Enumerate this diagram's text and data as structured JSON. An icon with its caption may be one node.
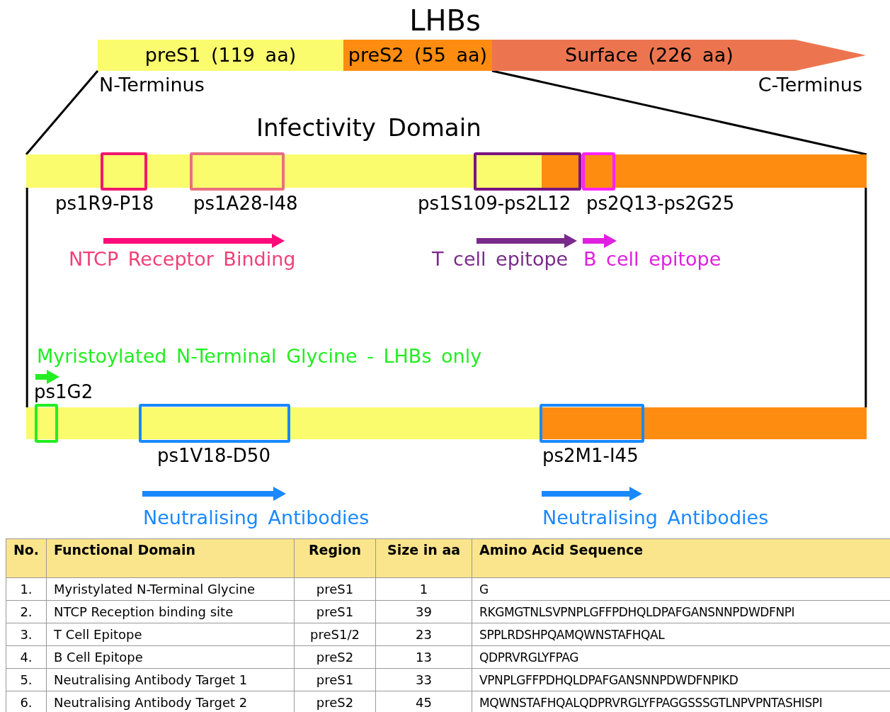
{
  "diagram": {
    "title": "LHBs",
    "nodes": [
      {
        "text": [
          "preS1 (119 aa)"
        ]
      },
      {
        "text": [
          "preS2 (55 aa)"
        ]
      },
      {
        "text": [
          "Surface (226 aa)"
        ]
      },
      {
        "text": [
          "Infectivity Domain"
        ]
      },
      {
        "text": [
          "ps1R9-P18"
        ],
        "in": 3
      },
      {
        "text": [
          "ps1A28-I48"
        ],
        "in": 3
      },
      {
        "text": [
          "ps1S109-ps2L12"
        ],
        "in": 3
      },
      {
        "text": [
          "ps2Q13-ps2G25"
        ],
        "in": 3
      },
      {
        "text": [],
        "shape": "bar"
      },
      {
        "text": [
          "ps1G2"
        ],
        "in": 8
      },
      {
        "text": [
          "ps1V18-D50"
        ],
        "in": 8
      },
      {
        "text": [
          "ps2M1-I45"
        ],
        "in": 8
      }
    ],
    "edges": [
      {
        "from": 0,
        "to": 3,
        "arrow": "none"
      },
      {
        "from": 1,
        "to": 3,
        "arrow": "none"
      },
      {
        "from": 3,
        "to": 8,
        "arrow": "none"
      },
      {
        "from": 3,
        "to": 8,
        "arrow": "none"
      }
    ],
    "labels": [
      "N-Terminus",
      "C-Terminus",
      "NTCP Receptor Binding",
      "T cell epitope",
      "B cell epitope",
      "Myristoylated N-Terminal Glycine - LHBs only",
      "Neutralising Antibodies",
      "Neutralising Antibodies",
      "No.",
      "Functional Domain",
      "Region",
      "Size in aa",
      "Amino Acid Sequence",
      "1.",
      "Myristylated N-Terminal Glycine",
      "preS1",
      "1",
      "G",
      "2.",
      "NTCP Reception binding site",
      "preS1",
      "39",
      "RKGMGTNLSVPNPLGFFPDHQLDPAFGANSNNPDWDFNPI",
      "3.",
      "T Cell Epitope",
      "preS1/2",
      "23",
      "SPPLRDSHPQAMQWNSTAFHQAL",
      "4.",
      "B Cell Epitope",
      "preS2",
      "13",
      "QDPRVRGLYFPAG",
      "5.",
      "Neutralising Antibody Target 1",
      "preS1",
      "33",
      "VPNPLGFFPDHQLDPAFGANSNNPDWDFNPIKD",
      "6.",
      "Neutralising Antibody Target 2",
      "preS2",
      "45",
      "MQWNSTAFHQALQDPRVRGLYFPAGGSSSGTLNPVPNTASHISPI"
    ]
  }
}
